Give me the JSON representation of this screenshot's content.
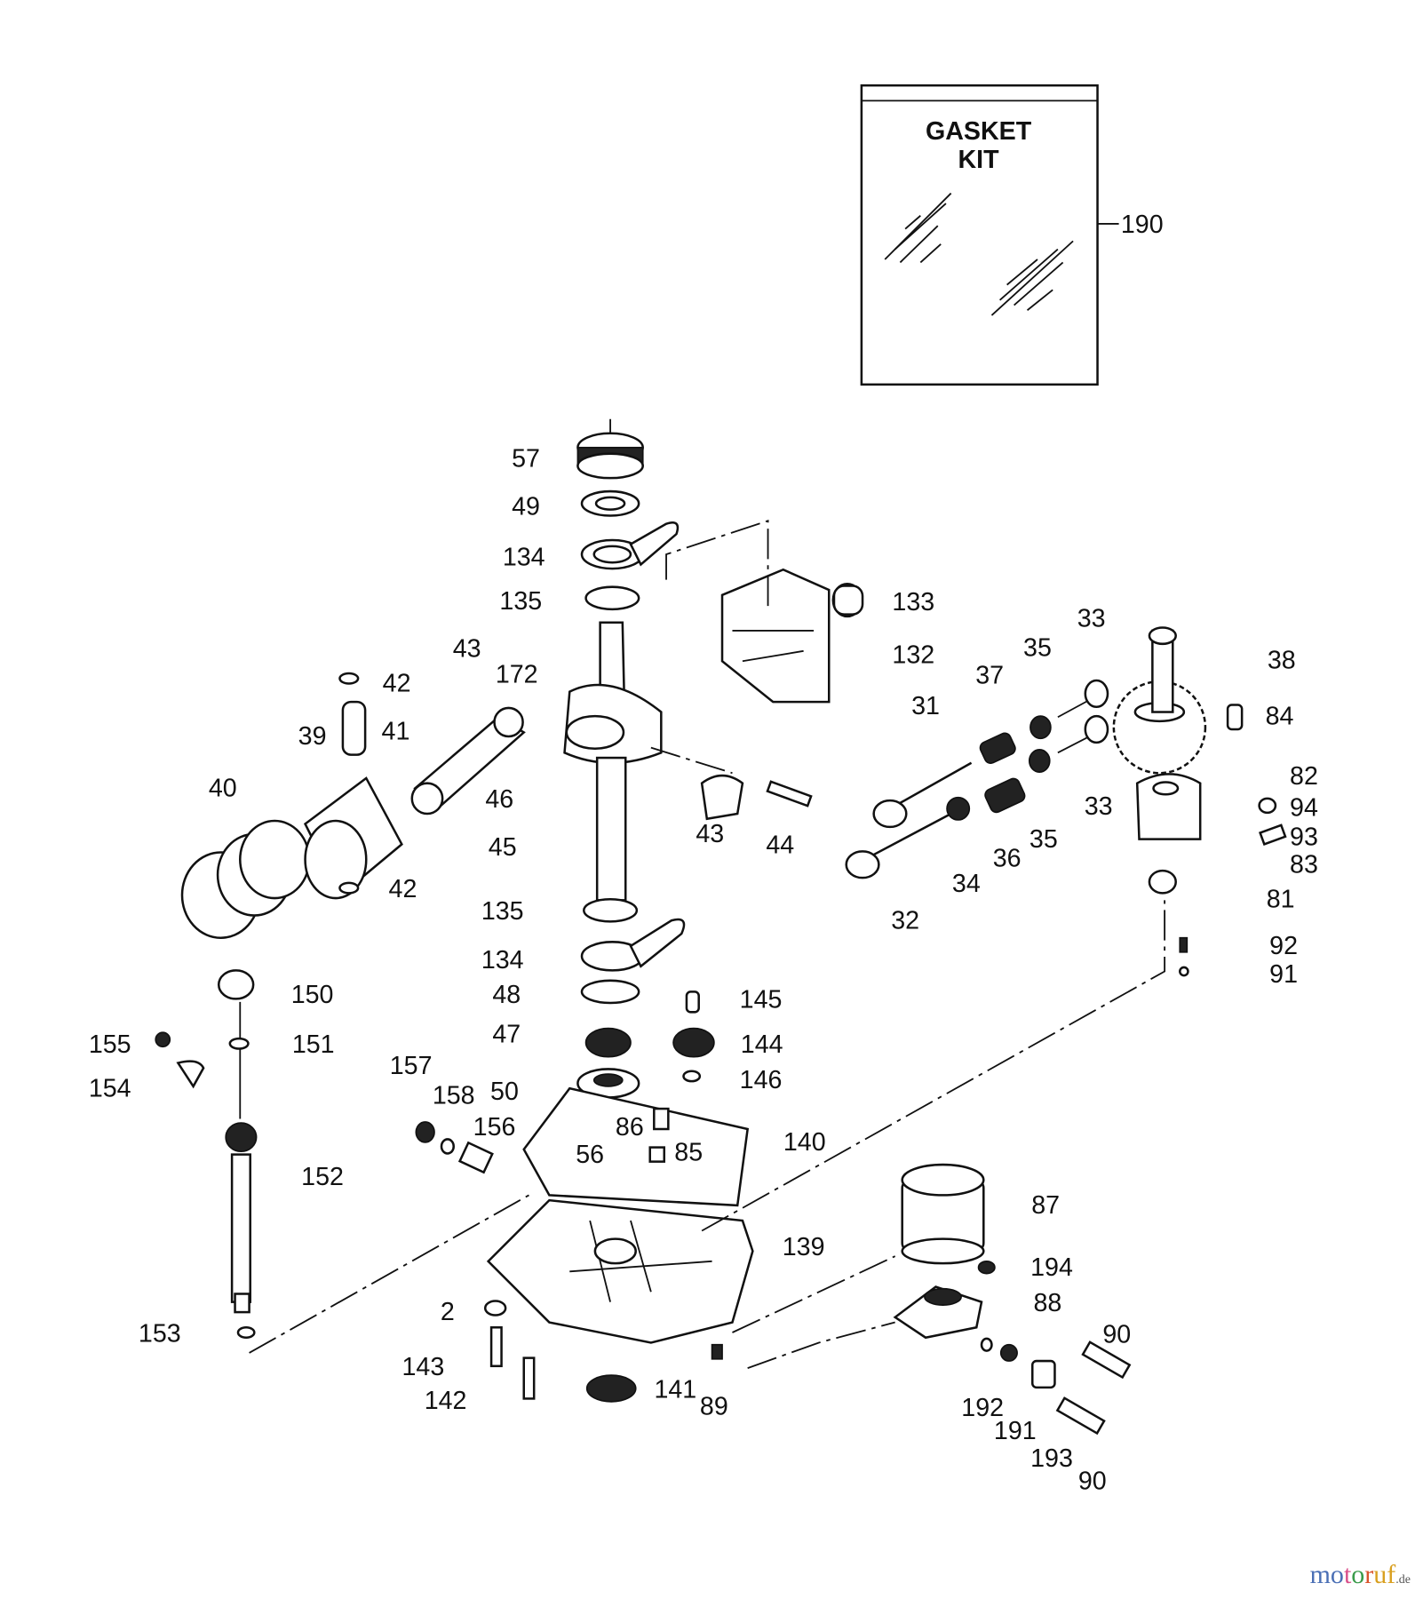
{
  "gasket_kit": {
    "title_line1": "GASKET",
    "title_line2": "KIT",
    "part_number": "190"
  },
  "callouts": [
    "57",
    "49",
    "134",
    "135",
    "133",
    "132",
    "33",
    "35",
    "38",
    "37",
    "172",
    "43",
    "42",
    "41",
    "39",
    "31",
    "84",
    "40",
    "82",
    "94",
    "46",
    "33",
    "93",
    "35",
    "43",
    "44",
    "45",
    "83",
    "36",
    "34",
    "42",
    "81",
    "32",
    "135",
    "92",
    "134",
    "91",
    "150",
    "48",
    "145",
    "155",
    "151",
    "47",
    "144",
    "157",
    "146",
    "154",
    "158",
    "50",
    "86",
    "156",
    "140",
    "56",
    "85",
    "152",
    "87",
    "139",
    "194",
    "88",
    "2",
    "153",
    "90",
    "143",
    "141",
    "89",
    "192",
    "191",
    "142",
    "193",
    "90"
  ],
  "watermark": {
    "text": "motoruf",
    "suffix": ".de"
  }
}
